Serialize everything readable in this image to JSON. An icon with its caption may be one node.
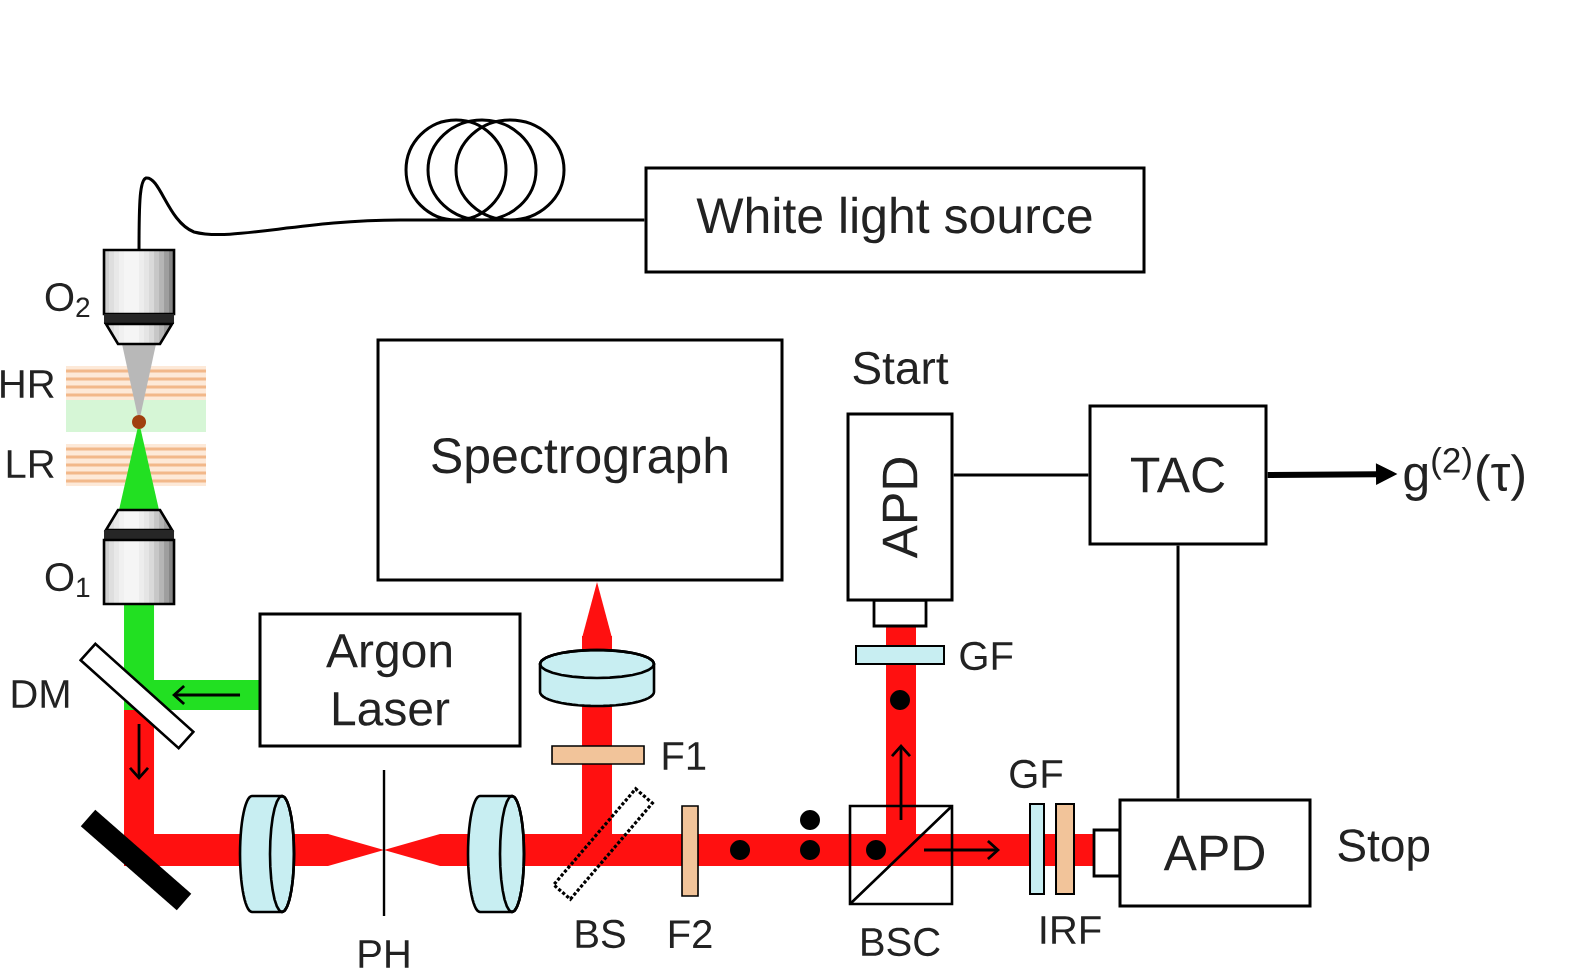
{
  "diagram": {
    "nodes": [
      {
        "text": [
          "White light source"
        ]
      },
      {
        "text": [],
        "shape": "picture",
        "beside": [
          "O$_{2}$"
        ]
      },
      {
        "text": [
          "Spectrograph"
        ]
      },
      {
        "text": [
          "APD"
        ],
        "beside": [
          "Start"
        ]
      },
      {
        "text": [
          "TAC"
        ]
      },
      {
        "text": [
          "g$^{(2)}$(τ)"
        ]
      },
      {
        "text": [],
        "shape": "picture",
        "beside": [
          "O$_{1}$"
        ]
      },
      {
        "text": [
          "Argon Laser"
        ]
      },
      {
        "text": [
          "APD"
        ],
        "beside": [
          "Stop"
        ]
      }
    ],
    "edges": [
      {
        "from": 0,
        "to": 1,
        "arrow": "none"
      },
      {
        "from": 3,
        "to": 4,
        "arrow": "none"
      },
      {
        "from": 4,
        "to": 5,
        "arrow": "to",
        "style": "thick"
      },
      {
        "from": 4,
        "to": 8,
        "arrow": "none"
      }
    ],
    "labels": [
      "HR",
      "LR",
      "GF",
      "DM",
      "F1",
      "GF",
      "BS",
      "F2",
      "IRF",
      "BSC",
      "PH"
    ]
  }
}
